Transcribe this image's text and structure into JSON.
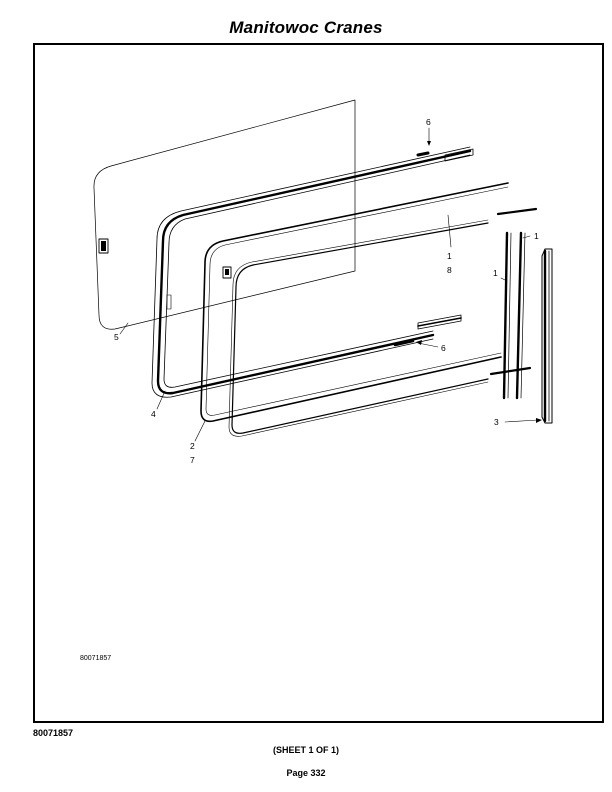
{
  "header": {
    "title": "Manitowoc Cranes"
  },
  "drawing": {
    "callouts": {
      "c6_top": "6",
      "c1_mid": "1",
      "c8_mid": "8",
      "c1_right_top": "1",
      "c1_right": "1",
      "c6_lower": "6",
      "c5": "5",
      "c4": "4",
      "c2": "2",
      "c7": "7",
      "c3": "3"
    },
    "id_inside": "80071857"
  },
  "footer": {
    "id_outside": "80071857",
    "sheet": "(SHEET 1 OF 1)",
    "page": "Page 332"
  }
}
